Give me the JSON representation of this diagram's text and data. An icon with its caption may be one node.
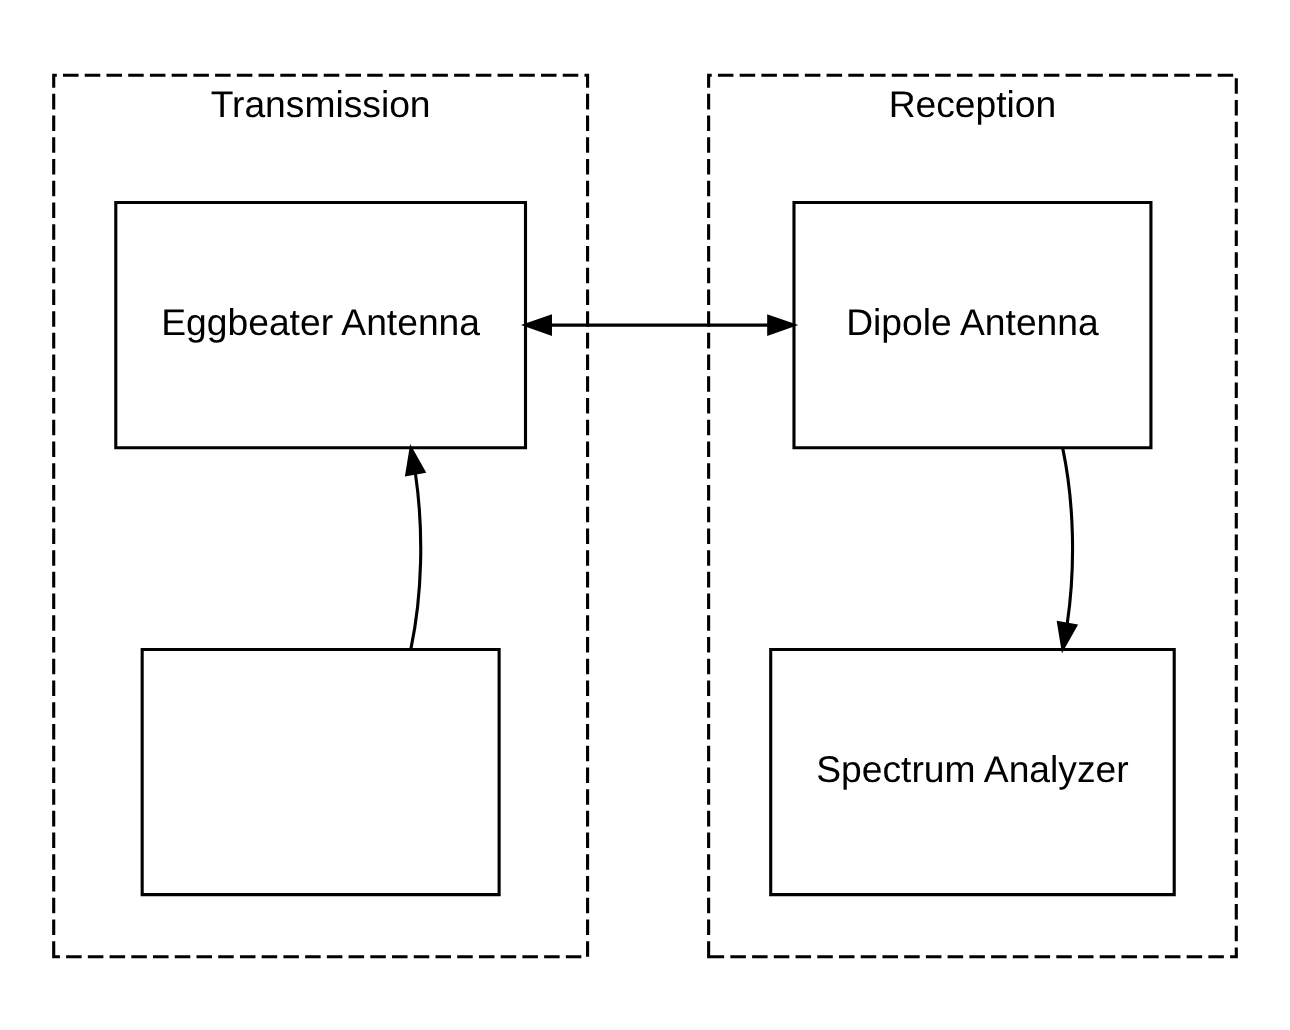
{
  "diagram": {
    "nodes": [
      {
        "text": [
          "Transmission"
        ]
      },
      {
        "text": [
          "Eggbeater Antenna"
        ],
        "in": 0
      },
      {
        "text": [],
        "shape": "box",
        "in": 0
      },
      {
        "text": [
          "Reception"
        ]
      },
      {
        "text": [
          "Dipole Antenna"
        ],
        "in": 3
      },
      {
        "text": [
          "Spectrum Analyzer"
        ],
        "in": 3
      }
    ],
    "edges": [
      {
        "from": 2,
        "to": 1,
        "arrow": "to"
      },
      {
        "from": 4,
        "to": 5,
        "arrow": "to"
      },
      {
        "from": 1,
        "to": 4,
        "arrow": "both"
      }
    ]
  }
}
